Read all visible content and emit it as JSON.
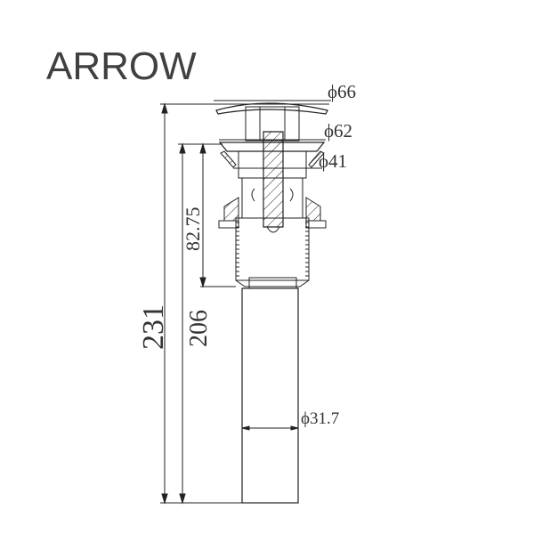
{
  "brand": "ARROW",
  "dimensions": {
    "overall_height": "231",
    "body_height": "206",
    "flange_to_thread": "82.75",
    "cap_diameter": "ϕ66",
    "flange_diameter": "ϕ62",
    "body_diameter": "ϕ41",
    "pipe_diameter": "ϕ31.7"
  },
  "colors": {
    "line": "#222222",
    "brand": "#404040"
  }
}
